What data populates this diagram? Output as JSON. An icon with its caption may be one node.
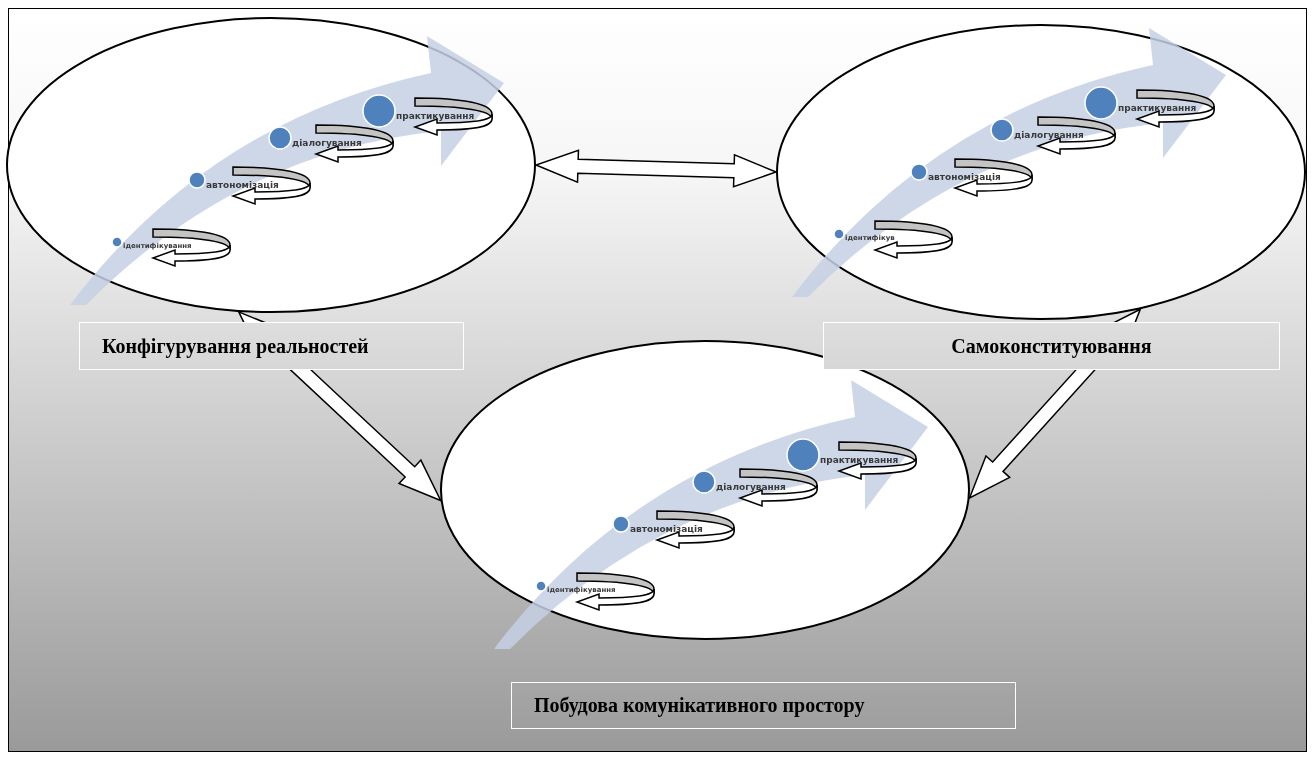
{
  "diagram": {
    "nodes": [
      {
        "text": [],
        "shape": "ellipse"
      },
      {
        "text": [
          "практикування"
        ],
        "in": 0
      },
      {
        "text": [
          "діалогування"
        ],
        "in": 0
      },
      {
        "text": [
          "автономізація"
        ],
        "in": 0
      },
      {
        "text": [
          "ідентифікування"
        ],
        "in": 0
      },
      {
        "text": [],
        "shape": "ellipse"
      },
      {
        "text": [
          "практикування"
        ],
        "in": 5
      },
      {
        "text": [
          "діалогування"
        ],
        "in": 5
      },
      {
        "text": [
          "автономізація"
        ],
        "in": 5
      },
      {
        "text": [
          "ідентифікув"
        ],
        "in": 5
      },
      {
        "text": [
          "Конфігурування реальностей"
        ]
      },
      {
        "text": [
          "Самоконституювання"
        ]
      },
      {
        "text": [],
        "shape": "ellipse"
      },
      {
        "text": [
          "практикування"
        ],
        "in": 12
      },
      {
        "text": [
          "діалогування"
        ],
        "in": 12
      },
      {
        "text": [
          "автономізація"
        ],
        "in": 12
      },
      {
        "text": [
          "ідентифікування"
        ],
        "in": 12
      },
      {
        "text": [
          "Побудова комунікативного простору"
        ]
      }
    ],
    "edges": [
      {
        "from": 0,
        "to": 5,
        "arrow": "both"
      },
      {
        "from": 0,
        "to": 12,
        "arrow": "both"
      },
      {
        "from": 5,
        "to": 12,
        "arrow": "both"
      }
    ]
  }
}
